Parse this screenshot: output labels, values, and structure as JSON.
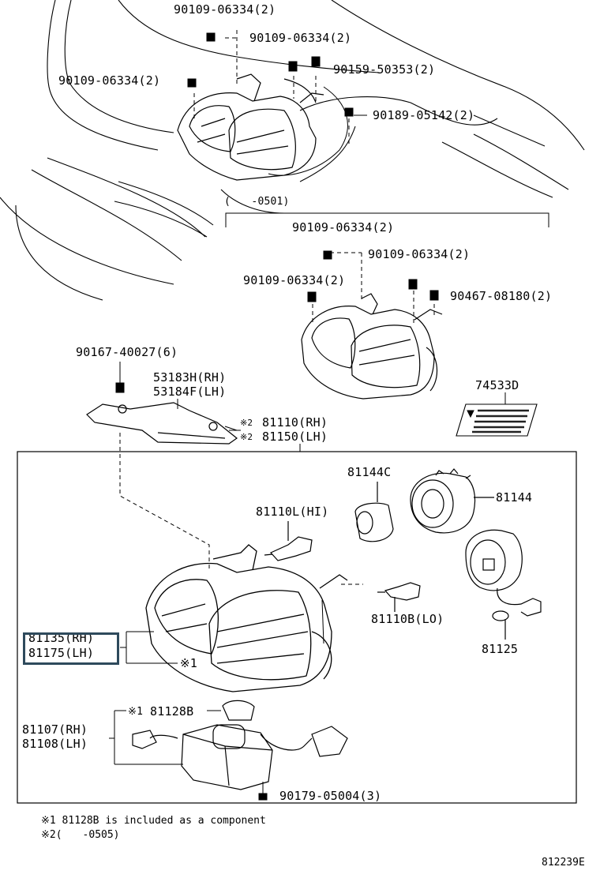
{
  "top_labels": {
    "bolt_a": "90109-06334(2)",
    "bolt_b": "90109-06334(2)",
    "bolt_c": "90109-06334(2)",
    "screw": "90159-50353(2)",
    "nut": "90189-05142(2)"
  },
  "variant": {
    "range": "(　　-0501)",
    "bolt_a": "90109-06334(2)",
    "bolt_b": "90109-06334(2)",
    "bolt_c": "90109-06334(2)",
    "screw": "90467-08180(2)"
  },
  "bracket": {
    "clip": "90167-40027(6)",
    "rh": "53183H(RH)",
    "lh": "53184F(LH)"
  },
  "caution_label": "74533D",
  "assembly": {
    "rh_prefix": "※2",
    "rh": "81110(RH)",
    "lh_prefix": "※2",
    "lh": "81150(LH)"
  },
  "parts": {
    "p81144c": "81144C",
    "p81144": "81144",
    "p81110l": "81110L(HI)",
    "p81110b": "81110B(LO)",
    "p81125": "81125",
    "p81135": "81135(RH)",
    "p81175": "81175(LH)",
    "mark1": "※1",
    "mark1b": "※1",
    "p81128b": "81128B",
    "p81107": "81107(RH)",
    "p81108": "81108(LH)",
    "nut2": "90179-05004(3)"
  },
  "footnotes": {
    "n1": "※1 81128B is included as a component",
    "n2": "※2(　　-0505)"
  },
  "figure_id": "812239E"
}
